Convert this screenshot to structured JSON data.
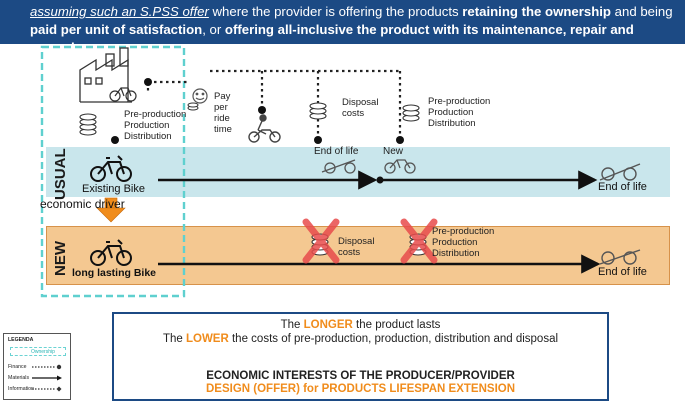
{
  "header": {
    "seg1": "assuming such an S.PSS offer",
    "seg2": " where the provider is offering the products ",
    "seg3": "retaining the ownership",
    "seg4": " and being",
    "seg5": "paid per unit of satisfaction",
    "seg6": ", or ",
    "seg7": "offering all-inclusive the product with its maintenance, repair and upgrade"
  },
  "rows": {
    "usual": "USUAL",
    "new": "NEW"
  },
  "labels": {
    "pre_production_1": "Pre-production",
    "production_1": "Production",
    "distribution_1": "Distribution",
    "pay": "Pay",
    "per": "per",
    "ride": "ride",
    "time": "time",
    "disposal": "Disposal",
    "costs": "costs",
    "pre_production_2": "Pre-production",
    "production_2": "Production",
    "distribution_2": "Distribution",
    "end_of_life_top": "End of life",
    "new_top": "New",
    "existing_bike": "Existing Bike",
    "end_of_life_usual": "End of life",
    "economic_driver": "economic driver",
    "long_lasting_bike": "long lasting Bike",
    "disposal_new": "Disposal",
    "costs_new": "costs",
    "pre_production_3": "Pre-production",
    "production_3": "Production",
    "distribution_3": "Distribution",
    "end_of_life_new": "End of life"
  },
  "bottom": {
    "l1a": "The ",
    "l1b": "LONGER",
    "l1c": " the product lasts",
    "l2a": "The ",
    "l2b": "LOWER",
    "l2c": " the costs of pre-production, production, distribution and disposal",
    "l3": "ECONOMIC INTERESTS OF THE PRODUCER/PROVIDER",
    "l4": "DESIGN (OFFER) for PRODUCTS LIFESPAN EXTENSION"
  },
  "legend": {
    "title": "LEGENDA",
    "ownership": "Ownership",
    "finance": "Finance",
    "materials": "Materials",
    "information": "Information"
  },
  "colors": {
    "banner": "#1c4a84",
    "usual_band": "#c9e6ec",
    "new_band": "#f4c891",
    "accent_orange": "#f08c1c",
    "ownership_dash": "#6bd3d3",
    "cross_red": "#e84c4c"
  }
}
